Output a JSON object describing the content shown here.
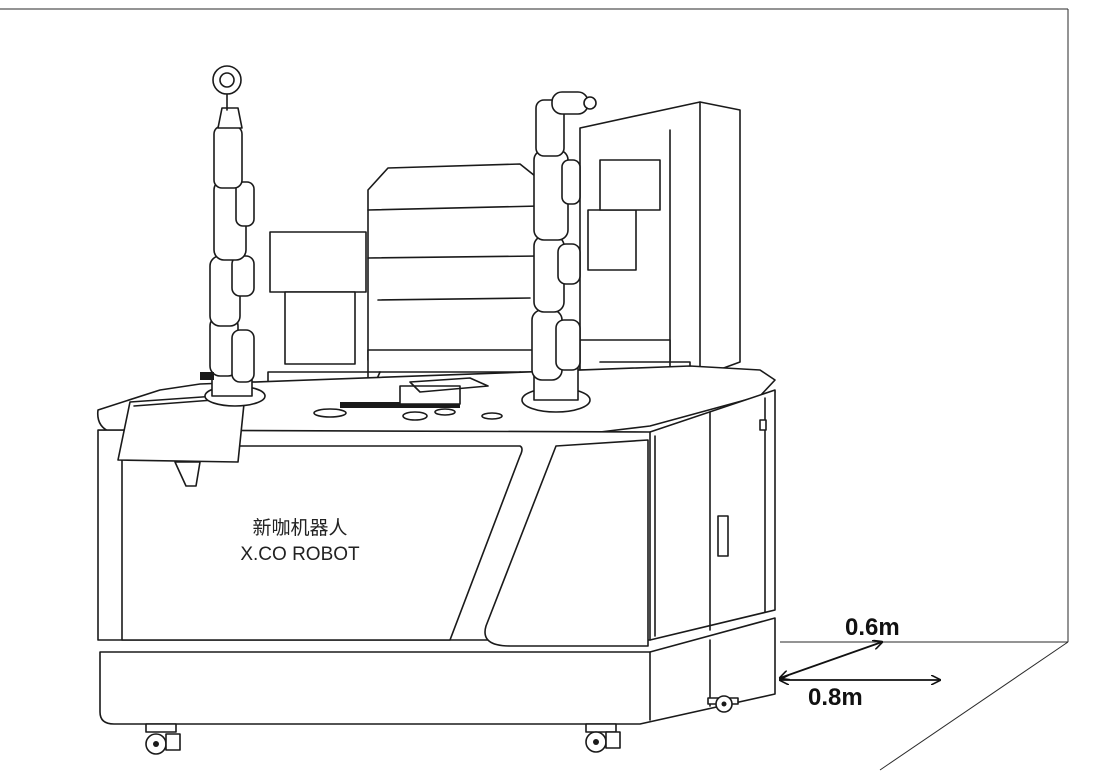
{
  "machine": {
    "brand_cn": "新咖机器人",
    "brand_en": "X.CO ROBOT"
  },
  "dimensions": {
    "depth_label": "0.6m",
    "width_label": "0.8m"
  }
}
